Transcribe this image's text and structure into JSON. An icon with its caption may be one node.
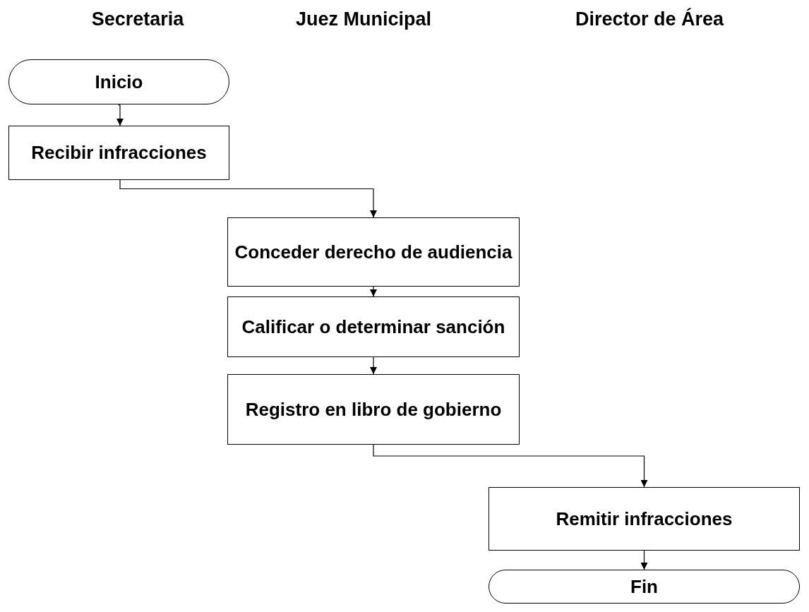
{
  "diagram": {
    "nodes": [
      {
        "text": [
          "Inicio"
        ]
      },
      {
        "text": [
          "Recibir infracciones"
        ]
      },
      {
        "text": [
          "Conceder derecho de audiencia"
        ]
      },
      {
        "text": [
          "Calificar o determinar sanción"
        ]
      },
      {
        "text": [
          "Registro en libro de gobierno"
        ]
      },
      {
        "text": [
          "Remitir infracciones"
        ]
      },
      {
        "text": [
          "Fin"
        ]
      }
    ],
    "edges": [
      {
        "from": 0,
        "to": 1,
        "arrow": "to"
      },
      {
        "from": 1,
        "to": 2,
        "arrow": "to"
      },
      {
        "from": 2,
        "to": 3,
        "arrow": "to"
      },
      {
        "from": 3,
        "to": 4,
        "arrow": "to"
      },
      {
        "from": 4,
        "to": 5,
        "arrow": "to"
      },
      {
        "from": 5,
        "to": 6,
        "arrow": "to"
      }
    ],
    "labels": [
      "Secretaria",
      "Juez Municipal",
      "Director de Área"
    ]
  }
}
